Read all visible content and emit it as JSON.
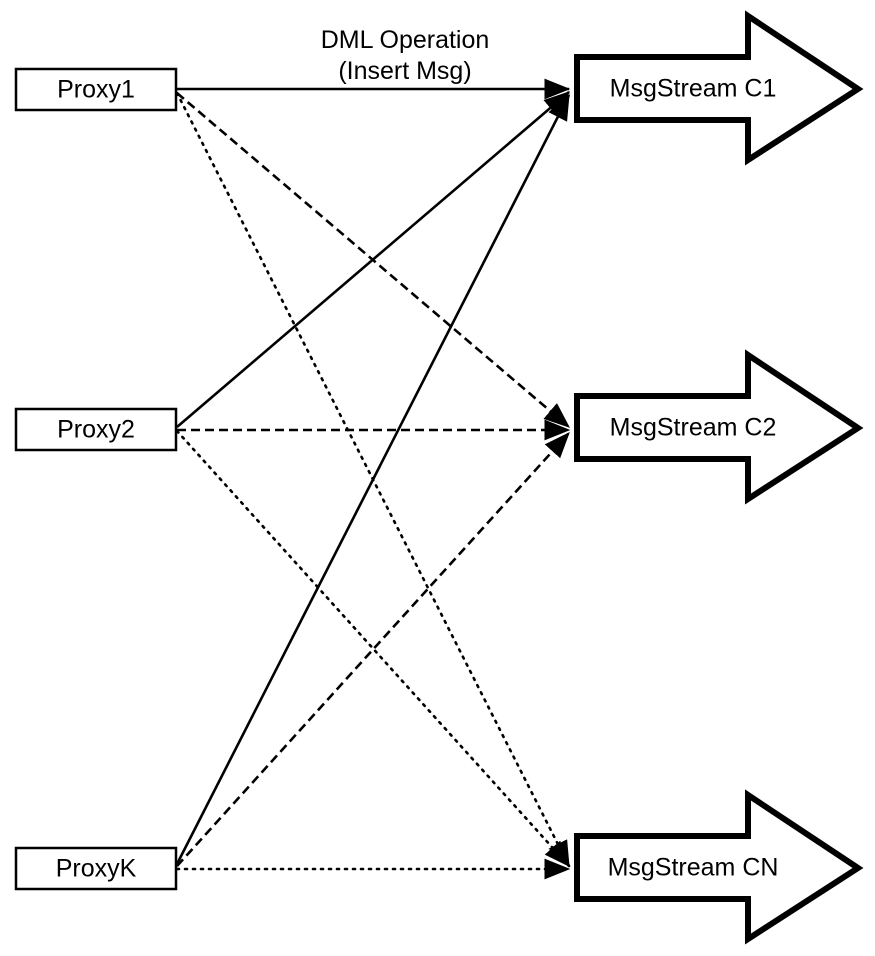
{
  "diagram": {
    "title_caption": {
      "line1": "DML Operation",
      "line2": "(Insert Msg)"
    },
    "colors": {
      "stroke": "#000000",
      "fill": "#ffffff",
      "background": "#ffffff"
    },
    "proxies": [
      {
        "id": "proxy1",
        "label": "Proxy1"
      },
      {
        "id": "proxy2",
        "label": "Proxy2"
      },
      {
        "id": "proxyk",
        "label": "ProxyK"
      }
    ],
    "streams": [
      {
        "id": "c1",
        "label": "MsgStream C1"
      },
      {
        "id": "c2",
        "label": "MsgStream C2"
      },
      {
        "id": "cn",
        "label": "MsgStream CN"
      }
    ],
    "connections": [
      {
        "from": "Proxy1",
        "to": "MsgStream C1",
        "style": "solid"
      },
      {
        "from": "Proxy2",
        "to": "MsgStream C1",
        "style": "solid"
      },
      {
        "from": "ProxyK",
        "to": "MsgStream C1",
        "style": "solid"
      },
      {
        "from": "Proxy1",
        "to": "MsgStream C2",
        "style": "dashed"
      },
      {
        "from": "Proxy2",
        "to": "MsgStream C2",
        "style": "dashed"
      },
      {
        "from": "ProxyK",
        "to": "MsgStream C2",
        "style": "dashed"
      },
      {
        "from": "Proxy1",
        "to": "MsgStream CN",
        "style": "dotted"
      },
      {
        "from": "Proxy2",
        "to": "MsgStream CN",
        "style": "dotted"
      },
      {
        "from": "ProxyK",
        "to": "MsgStream CN",
        "style": "dotted"
      }
    ]
  }
}
